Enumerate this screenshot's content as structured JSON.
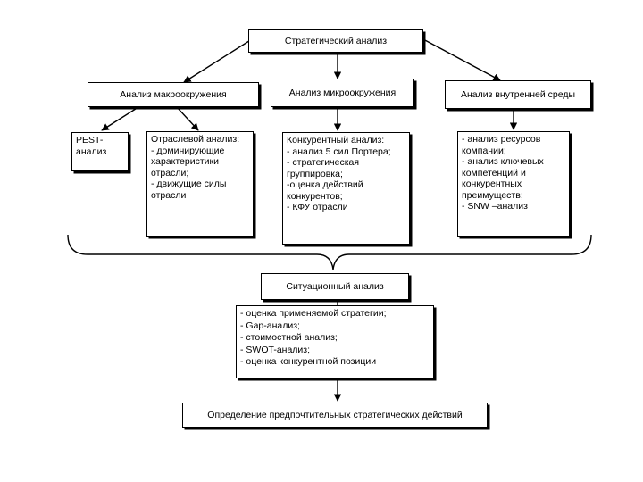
{
  "diagram": {
    "root": "Стратегический анализ",
    "levels": {
      "macro": "Анализ макроокружения",
      "micro": "Анализ микроокружения",
      "internal": "Анализ внутренней среды"
    },
    "pest": {
      "line1": "PEST-",
      "line2": "анализ"
    },
    "industry": {
      "title": "Отраслевой анализ:",
      "items": [
        "- доминирующие",
        "характеристики",
        "отрасли;",
        "- движущие силы",
        "отрасли"
      ]
    },
    "competitive": {
      "title": "Конкурентный  анализ:",
      "items": [
        "- анализ 5 сил Портера;",
        "- стратегическая",
        "группировка;",
        "-оценка действий",
        "конкурентов;",
        "- КФУ отрасли"
      ]
    },
    "resources": {
      "items": [
        "- анализ ресурсов",
        "компании;",
        "- анализ ключевых",
        "компетенций и",
        "конкурентных",
        "преимуществ;",
        "- SNW –анализ"
      ]
    },
    "situational": "Ситуационный анализ",
    "methods": {
      "items": [
        "- оценка применяемой стратегии;",
        "- Gap-анализ;",
        "- стоимостной анализ;",
        "- SWOT-анализ;",
        "- оценка конкурентной позиции"
      ]
    },
    "final": "Определение предпочтительных стратегических действий"
  }
}
